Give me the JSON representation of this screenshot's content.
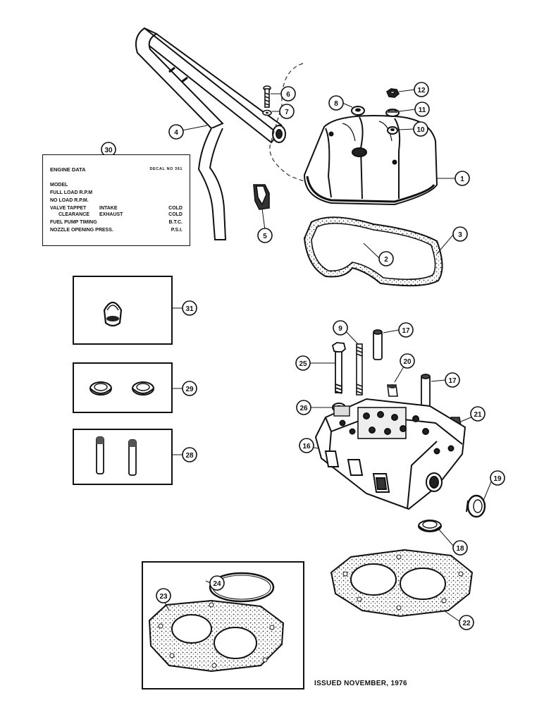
{
  "footer": {
    "issued": "ISSUED NOVEMBER, 1976"
  },
  "decal": {
    "title": "ENGINE DATA",
    "decal_no": "DECAL NO 391",
    "rows": [
      {
        "label": "MODEL",
        "mid": "",
        "value": ""
      },
      {
        "label": "FULL LOAD R.P.M",
        "mid": "",
        "value": ""
      },
      {
        "label": "NO LOAD R.P.M.",
        "mid": "",
        "value": ""
      },
      {
        "label": "VALVE TAPPET",
        "mid": "INTAKE",
        "value": "COLD"
      },
      {
        "label": "CLEARANCE",
        "mid": "EXHAUST",
        "value": "COLD"
      },
      {
        "label": "FUEL PUMP TIMING",
        "mid": "",
        "value": "B.T.C."
      },
      {
        "label": "NOZZLE OPENING PRESS.",
        "mid": "",
        "value": "P.S.I."
      }
    ]
  },
  "callouts": [
    "1",
    "2",
    "3",
    "4",
    "5",
    "6",
    "7",
    "8",
    "9",
    "10",
    "11",
    "12",
    "16",
    "17",
    "17",
    "18",
    "19",
    "20",
    "21",
    "22",
    "23",
    "24",
    "25",
    "26",
    "28",
    "29",
    "30",
    "31"
  ]
}
